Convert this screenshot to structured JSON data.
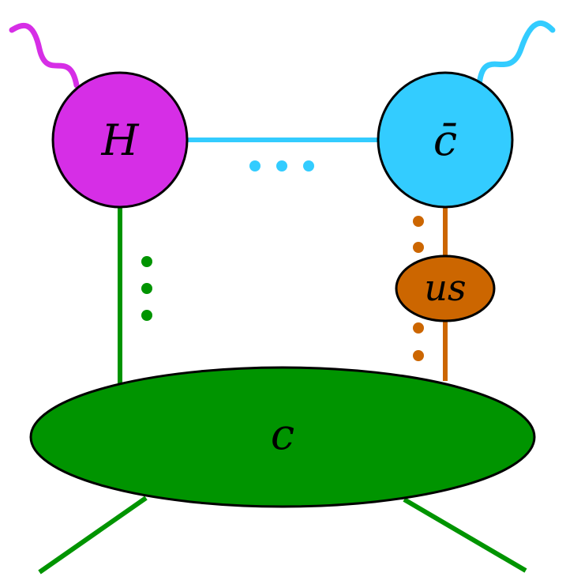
{
  "colors": {
    "higgs": "#d62ee6",
    "cbar": "#33ccff",
    "collinear": "#009400",
    "usoft": "#cc6600",
    "outline": "#000000"
  },
  "nodes": {
    "higgs": {
      "label": "H"
    },
    "cbar": {
      "label": "c̄"
    },
    "usoft": {
      "label": "us"
    },
    "collinear": {
      "label": "c"
    }
  }
}
